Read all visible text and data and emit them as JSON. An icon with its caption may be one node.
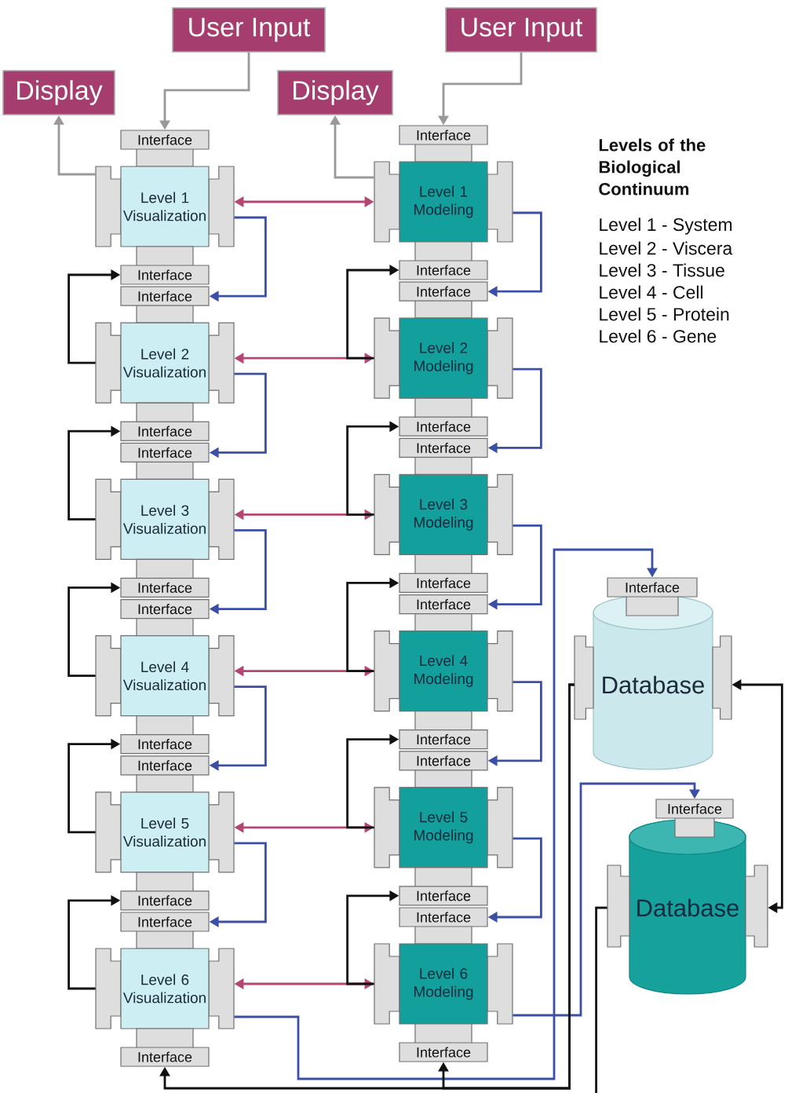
{
  "diagram": {
    "nodes": [
      {
        "text": [
          "User Input"
        ]
      },
      {
        "text": [
          "User Input"
        ]
      },
      {
        "text": [
          "Display"
        ]
      },
      {
        "text": [
          "Display"
        ]
      },
      {
        "text": [
          "Interface"
        ]
      },
      {
        "text": [
          "Level 1 Visualization"
        ]
      },
      {
        "text": [
          "Interface"
        ]
      },
      {
        "text": [
          "Interface"
        ]
      },
      {
        "text": [
          "Level 2 Visualization"
        ]
      },
      {
        "text": [
          "Interface"
        ]
      },
      {
        "text": [
          "Interface"
        ]
      },
      {
        "text": [
          "Level 3 Visualization"
        ]
      },
      {
        "text": [
          "Interface"
        ]
      },
      {
        "text": [
          "Interface"
        ]
      },
      {
        "text": [
          "Level 4 Visualization"
        ]
      },
      {
        "text": [
          "Interface"
        ]
      },
      {
        "text": [
          "Interface"
        ]
      },
      {
        "text": [
          "Level 5 Visualization"
        ]
      },
      {
        "text": [
          "Interface"
        ]
      },
      {
        "text": [
          "Interface"
        ]
      },
      {
        "text": [
          "Level 6 Visualization"
        ]
      },
      {
        "text": [
          "Interface"
        ]
      },
      {
        "text": [
          "Interface"
        ]
      },
      {
        "text": [
          "Level 1 Modeling"
        ]
      },
      {
        "text": [
          "Interface"
        ]
      },
      {
        "text": [
          "Interface"
        ]
      },
      {
        "text": [
          "Level 2 Modeling"
        ]
      },
      {
        "text": [
          "Interface"
        ]
      },
      {
        "text": [
          "Interface"
        ]
      },
      {
        "text": [
          "Level 3 Modeling"
        ]
      },
      {
        "text": [
          "Interface"
        ]
      },
      {
        "text": [
          "Interface"
        ]
      },
      {
        "text": [
          "Level 4 Modeling"
        ]
      },
      {
        "text": [
          "Interface"
        ]
      },
      {
        "text": [
          "Interface"
        ]
      },
      {
        "text": [
          "Level 5 Modeling"
        ]
      },
      {
        "text": [
          "Interface"
        ]
      },
      {
        "text": [
          "Interface"
        ]
      },
      {
        "text": [
          "Level 6 Modeling"
        ]
      },
      {
        "text": [
          "Interface"
        ]
      },
      {
        "text": [
          "Interface"
        ]
      },
      {
        "text": [
          "Database"
        ]
      },
      {
        "text": [
          "Interface"
        ]
      },
      {
        "text": [
          "Database"
        ]
      }
    ],
    "edges": [
      {
        "from": 0,
        "to": 4,
        "arrow": "to",
        "color": "#999999"
      },
      {
        "from": 5,
        "to": 2,
        "arrow": "to",
        "color": "#999999"
      },
      {
        "from": 1,
        "to": 22,
        "arrow": "to",
        "color": "#999999"
      },
      {
        "from": 23,
        "to": 3,
        "arrow": "to",
        "color": "#999999"
      },
      {
        "from": 5,
        "to": 23,
        "arrow": "both",
        "color": "#b44674"
      },
      {
        "from": 8,
        "to": 26,
        "arrow": "both",
        "color": "#b44674"
      },
      {
        "from": 11,
        "to": 29,
        "arrow": "both",
        "color": "#b44674"
      },
      {
        "from": 14,
        "to": 32,
        "arrow": "both",
        "color": "#b44674"
      },
      {
        "from": 17,
        "to": 35,
        "arrow": "both",
        "color": "#b44674"
      },
      {
        "from": 20,
        "to": 38,
        "arrow": "both",
        "color": "#b44674"
      },
      {
        "from": 5,
        "to": 7,
        "arrow": "to",
        "color": "#3b4fa6"
      },
      {
        "from": 8,
        "to": 6,
        "arrow": "to"
      },
      {
        "from": 23,
        "to": 25,
        "arrow": "to",
        "color": "#3b4fa6"
      },
      {
        "from": 26,
        "to": 24,
        "arrow": "to"
      },
      {
        "from": 8,
        "to": 10,
        "arrow": "to",
        "color": "#3b4fa6"
      },
      {
        "from": 11,
        "to": 9,
        "arrow": "to"
      },
      {
        "from": 26,
        "to": 28,
        "arrow": "to",
        "color": "#3b4fa6"
      },
      {
        "from": 29,
        "to": 27,
        "arrow": "to"
      },
      {
        "from": 11,
        "to": 13,
        "arrow": "to",
        "color": "#3b4fa6"
      },
      {
        "from": 14,
        "to": 12,
        "arrow": "to"
      },
      {
        "from": 29,
        "to": 31,
        "arrow": "to",
        "color": "#3b4fa6"
      },
      {
        "from": 32,
        "to": 30,
        "arrow": "to"
      },
      {
        "from": 14,
        "to": 16,
        "arrow": "to",
        "color": "#3b4fa6"
      },
      {
        "from": 17,
        "to": 15,
        "arrow": "to"
      },
      {
        "from": 32,
        "to": 34,
        "arrow": "to",
        "color": "#3b4fa6"
      },
      {
        "from": 35,
        "to": 33,
        "arrow": "to"
      },
      {
        "from": 17,
        "to": 19,
        "arrow": "to",
        "color": "#3b4fa6"
      },
      {
        "from": 20,
        "to": 18,
        "arrow": "to"
      },
      {
        "from": 35,
        "to": 37,
        "arrow": "to",
        "color": "#3b4fa6"
      },
      {
        "from": 38,
        "to": 36,
        "arrow": "to"
      },
      {
        "from": 20,
        "to": 40,
        "arrow": "to",
        "color": "#3b4fa6"
      },
      {
        "from": 38,
        "to": 42,
        "arrow": "to",
        "color": "#3b4fa6"
      },
      {
        "from": 41,
        "to": 21,
        "arrow": "to"
      },
      {
        "from": 41,
        "to": 39,
        "arrow": "to"
      },
      {
        "from": 41,
        "to": 43,
        "arrow": "both"
      },
      {
        "from": 43,
        "to": null,
        "arrow": "none"
      }
    ],
    "labels": [
      "Levels of the Biological Continuum",
      "Level 1 - System",
      "Level 2 - Viscera",
      "Level 3 - Tissue",
      "Level 4 - Cell",
      "Level 5 - Protein",
      "Level 6 - Gene"
    ]
  }
}
